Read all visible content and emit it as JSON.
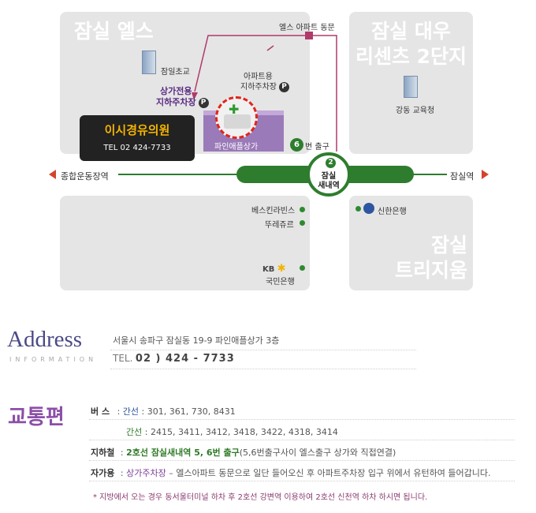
{
  "map": {
    "blocks": {
      "top_left": "잠실 엘스",
      "top_right_line1": "잠실 대우",
      "top_right_line2": "리센츠 2단지",
      "bottom_right_line1": "잠실",
      "bottom_right_line2": "트리지움"
    },
    "labels": {
      "school": "잠일초교",
      "apt_gate": "엘스 아파트 동문",
      "apt_parking_line1": "아파트용",
      "apt_parking_line2": "지하주차장",
      "shop_parking_line1": "상가전용",
      "shop_parking_line2": "지하주차장",
      "parking_badge": "P",
      "office": "강동 교육청",
      "building": "파인애플상가",
      "exit_number": "6",
      "exit_text": "번 출구",
      "station_number": "2",
      "station_line1": "잠실",
      "station_line2": "새내역",
      "left_road": "종합운동장역",
      "right_road": "잠실역",
      "shop1": "베스킨라빈스",
      "shop2": "뚜레쥬르",
      "bank_kb_logo": "KB",
      "bank_kb": "국민은행",
      "bank_shinhan": "신한은행"
    },
    "clinic": {
      "name": "이시경유의원",
      "tel": "TEL 02 424-7733"
    },
    "colors": {
      "road": "#2e7d2e",
      "block": "#e5e5e5",
      "route": "#b03a6a",
      "building": "#9a7ab8",
      "clinic_bg": "#222222",
      "clinic_name": "#f3b400"
    }
  },
  "address": {
    "heading": "Address",
    "subheading": "INFORMATION",
    "line1": "서울시 송파구 잠실동 19-9 파인애플상가 3층",
    "tel_label": "TEL.",
    "tel_number": "02 ) 424 - 7733"
  },
  "transport": {
    "heading": "교통편",
    "bus": {
      "label": "버  스",
      "colon": ":",
      "route_type_1": "간선",
      "routes_1": ": 301, 361, 730, 8431",
      "route_type_2": "간선",
      "routes_2": ": 2415, 3411, 3412, 3418, 3422, 4318, 3414"
    },
    "subway": {
      "label": "지하철",
      "text_highlight": "2호선 잠실새내역 5, 6번 출구",
      "text_rest": "(5,6번출구사이 엘스출구 상가와 직접연결)"
    },
    "car": {
      "label": "자가용",
      "highlight": "상가주차장 –",
      "rest": " 엘스아파트 동문으로 일단 들어오신 후 아파트주차장 입구 위에서 유턴하여 들어갑니다."
    },
    "note": "* 지방에서 오는 경우 동서울터미널 하차 후 2호선 강변역 이용하여 2호선 신천역 하차 하시면 됩니다."
  }
}
